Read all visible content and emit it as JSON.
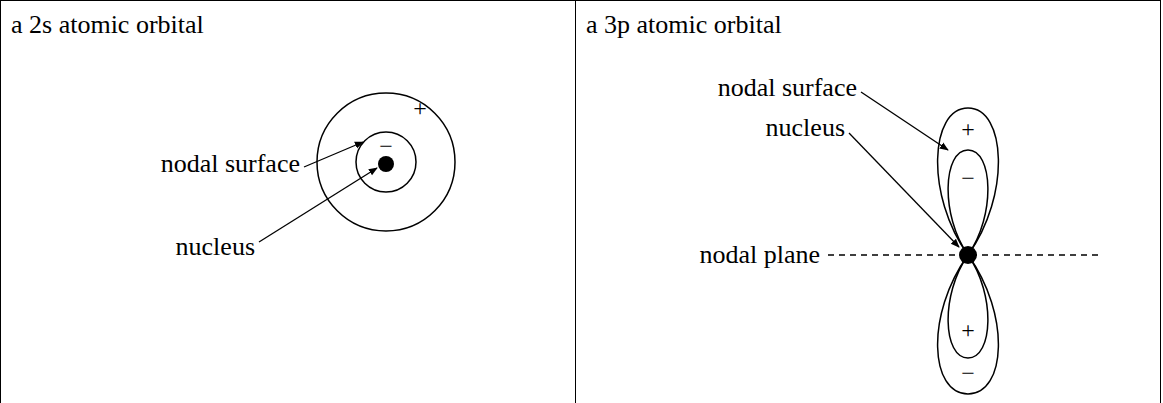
{
  "diagram": {
    "nodes": [
      {
        "text": [
          "a 2s atomic orbital"
        ]
      },
      {
        "text": [
          "a 3p atomic orbital"
        ]
      }
    ],
    "labels": [
      "nodal surface",
      "nucleus",
      "−",
      "+",
      "nodal surface",
      "nucleus",
      "nodal plane",
      "+",
      "−",
      "+",
      "−"
    ]
  }
}
